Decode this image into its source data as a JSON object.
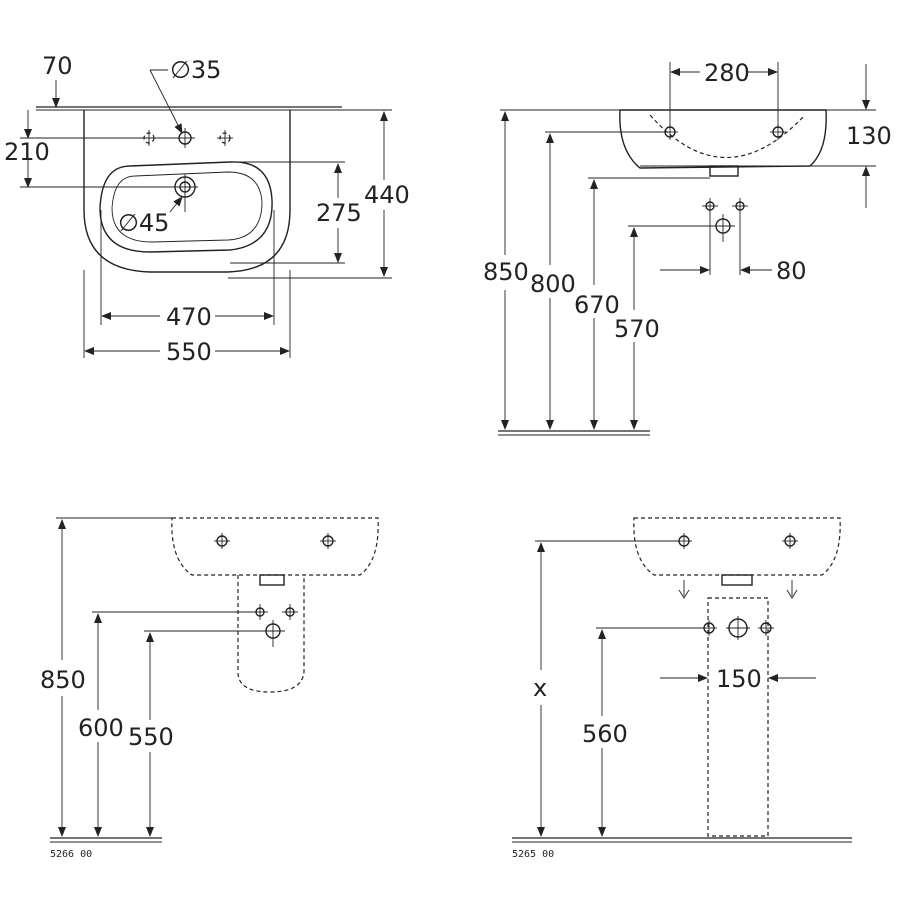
{
  "dimensions": {
    "top_left": {
      "d70": "70",
      "d35": "∅35",
      "d210": "210",
      "d45": "∅45",
      "d275": "275",
      "d440": "440",
      "d470": "470",
      "d550": "550"
    },
    "top_right": {
      "d280": "280",
      "d130": "130",
      "d850": "850",
      "d800": "800",
      "d670": "670",
      "d570": "570",
      "d80": "80"
    },
    "bottom_left": {
      "d850": "850",
      "d600": "600",
      "d550": "550"
    },
    "bottom_right": {
      "dx": "x",
      "d560": "560",
      "d150": "150"
    }
  },
  "codes": {
    "left": "5266 00",
    "right": "5265 00"
  }
}
